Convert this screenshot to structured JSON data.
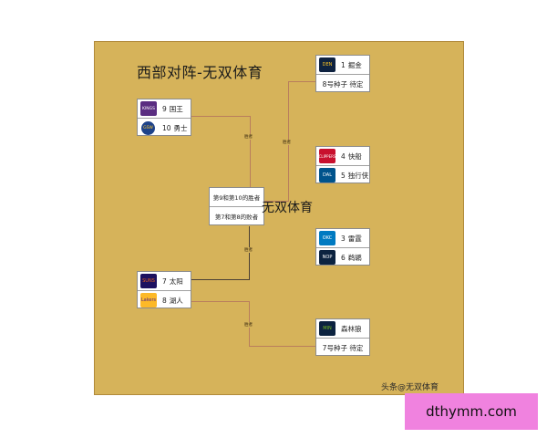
{
  "title": "西部对阵-无双体育",
  "watermark_center": "无双体育",
  "credit": "头条@无双体育",
  "footer_text": "dthymm.com",
  "winner_label": "胜者",
  "bracket": {
    "nuggets": {
      "seed": "1",
      "name": "掘金",
      "opponent": "8号种子 待定",
      "logo_text": "DEN"
    },
    "clippers": {
      "seed": "4",
      "name": "快船",
      "logo_text": "CLIPPERS"
    },
    "mavericks": {
      "seed": "5",
      "name": "独行侠",
      "logo_text": "DAL"
    },
    "thunder": {
      "seed": "3",
      "name": "雷霆",
      "logo_text": "OKC"
    },
    "pelicans": {
      "seed": "6",
      "name": "鹈鹕",
      "logo_text": "NOP"
    },
    "kings": {
      "seed": "9",
      "name": "国王",
      "logo_text": "KINGS"
    },
    "warriors": {
      "seed": "10",
      "name": "勇士",
      "logo_text": "GSW"
    },
    "suns": {
      "seed": "7",
      "name": "太阳",
      "logo_text": "SUNS"
    },
    "lakers": {
      "seed": "8",
      "name": "湖人",
      "logo_text": "Lakers"
    },
    "timberwolves": {
      "name": "森林狼",
      "opponent": "7号种子 待定",
      "logo_text": "MIN"
    },
    "playin": {
      "top": "第9和第10的胜者",
      "bottom": "第7和第8的败者"
    }
  },
  "colors": {
    "board": "#d6b35a",
    "footer": "#f082df",
    "connector": "#b97e5d"
  }
}
